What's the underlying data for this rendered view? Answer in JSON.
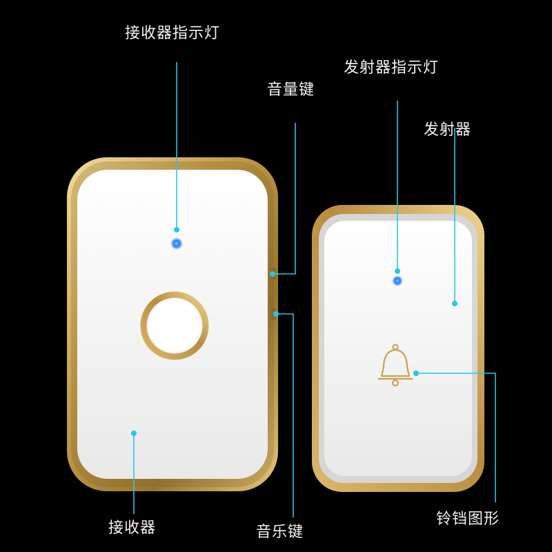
{
  "labels": {
    "receiver_indicator": "接收器指示灯",
    "volume_key": "音量键",
    "transmitter_indicator": "发射器指示灯",
    "transmitter": "发射器",
    "receiver": "接收器",
    "music_key": "音乐键",
    "bell_graphic": "铃铛图形"
  },
  "colors": {
    "background": "#000000",
    "gold_frame": "#c9a24e",
    "device_face": "#f4f4f4",
    "callout_line": "#29c5e6",
    "indicator_led": "#1e7bff"
  },
  "icons": {
    "receiver_button": "ring-button-icon",
    "transmitter_symbol": "bell-icon"
  }
}
